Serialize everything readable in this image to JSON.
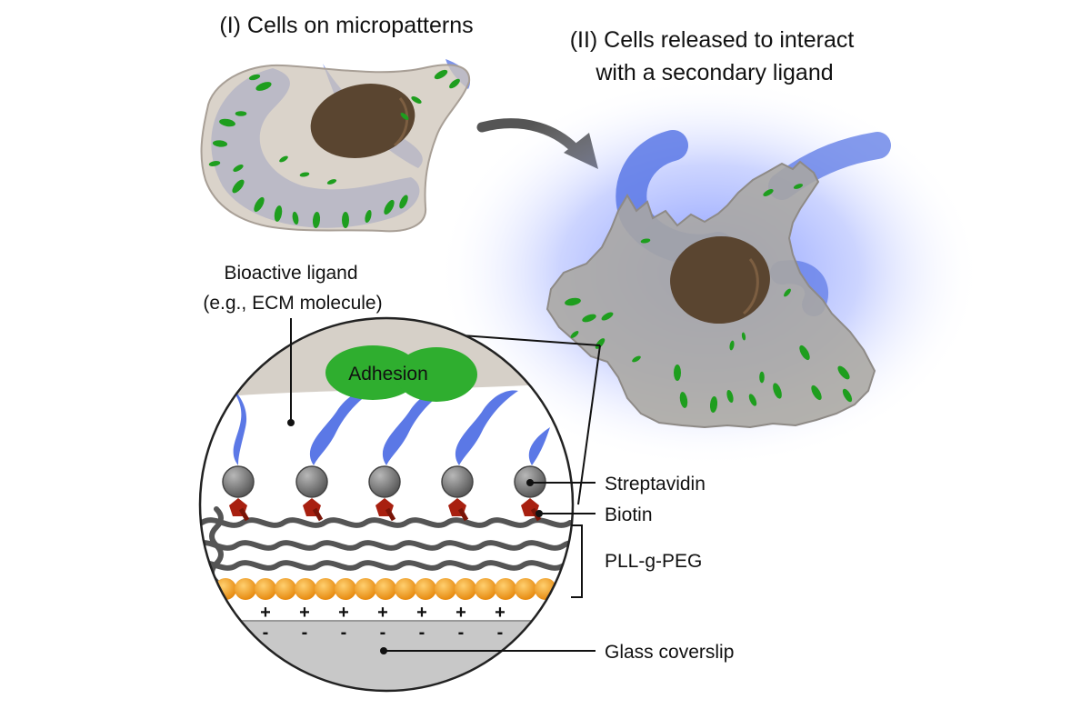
{
  "titles": {
    "stage1": "(I) Cells on micropatterns",
    "stage2_line1": "(II) Cells released to interact",
    "stage2_line2": "with a secondary ligand"
  },
  "labels": {
    "ligand_line1": "Bioactive ligand",
    "ligand_line2": "(e.g., ECM molecule)",
    "adhesion": "Adhesion",
    "streptavidin": "Streptavidin",
    "biotin": "Biotin",
    "pll_peg": "PLL-g-PEG",
    "glass": "Glass coverslip"
  },
  "signs": {
    "positive": "+",
    "negative": "-"
  },
  "colors": {
    "ligand_blue": "#5b78e6",
    "cell_body": "#cfc7bb",
    "cell_spread": "#a9a6a2",
    "nucleus": "#5a4530",
    "focal_green": "#1e9e1e",
    "adhesion_green": "#2fae2f",
    "streptavidin_gray": "#707070",
    "biotin_red": "#a82010",
    "pll_orange": "#f0a020",
    "glass_gray": "#c8c8c8"
  },
  "icons": {
    "arrow": "curved-arrow-icon"
  }
}
